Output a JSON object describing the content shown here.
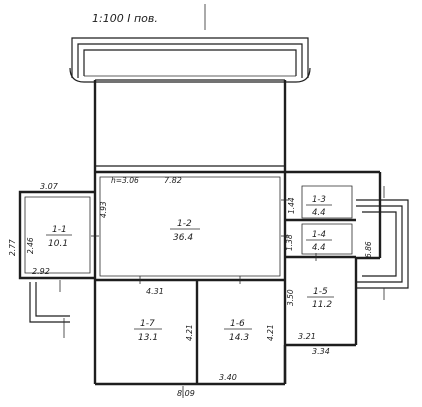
{
  "header": {
    "scale_text": "1:100  I пов."
  },
  "rooms": [
    {
      "id": "1-1",
      "area": "10.1"
    },
    {
      "id": "1-2",
      "area": "36.4"
    },
    {
      "id": "1-3",
      "area": "4.4"
    },
    {
      "id": "1-4",
      "area": "4.4"
    },
    {
      "id": "1-5",
      "area": "11.2"
    },
    {
      "id": "1-7",
      "area": "13.1"
    },
    {
      "id": "1-6",
      "area": "14.3"
    }
  ],
  "dimensions": {
    "d_307": "3.07",
    "d_h306": "h=3.06",
    "d_782": "7.82",
    "d_246": "2.46",
    "d_277": "2.77",
    "d_493": "4.93",
    "d_292": "2.92",
    "d_431": "4.31",
    "d_144": "1.44",
    "d_138": "1.38",
    "d_686": "6.86",
    "d_350": "3.50",
    "d_421a": "4.21",
    "d_421b": "4.21",
    "d_321": "3.21",
    "d_334": "3.34",
    "d_340": "3.40",
    "d_809": "8.09"
  }
}
